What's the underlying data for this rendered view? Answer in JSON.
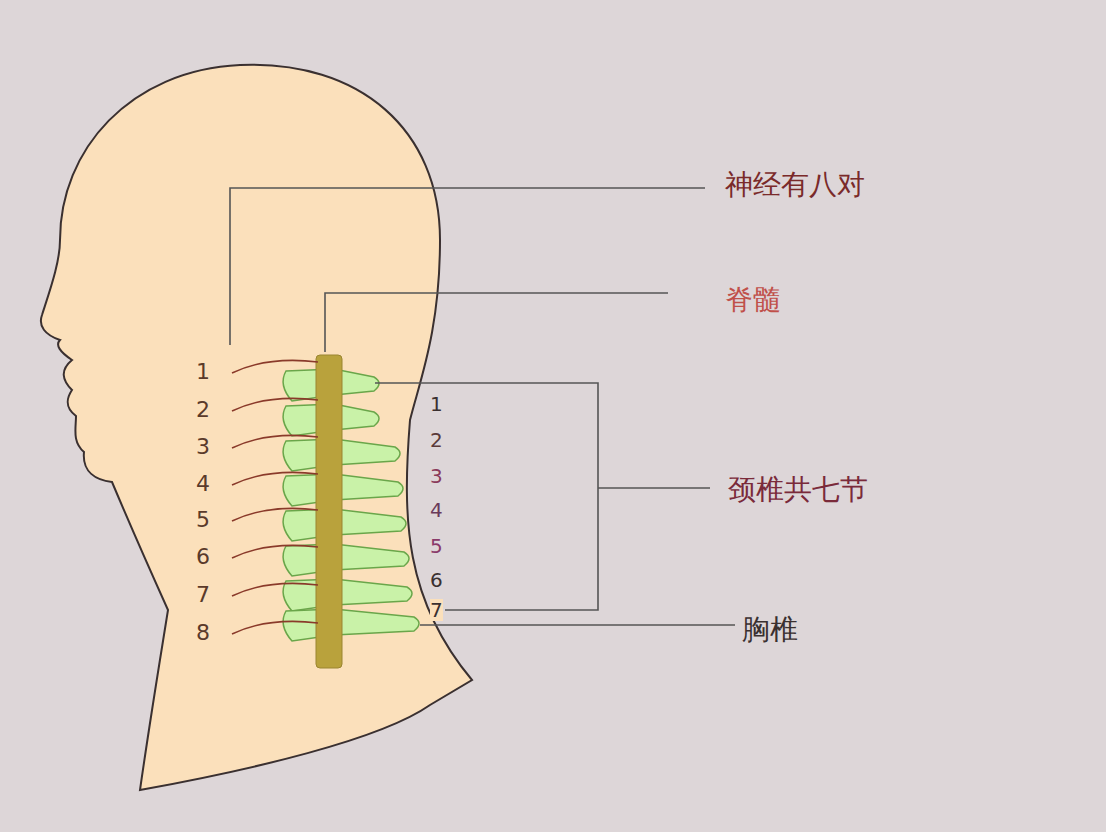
{
  "diagram": {
    "labels": [
      "神经有八对",
      "脊髓",
      "颈椎共七节",
      "胸椎",
      "1",
      "2",
      "3",
      "4",
      "5",
      "6",
      "7",
      "8",
      "1",
      "2",
      "3",
      "4",
      "5",
      "6",
      "7"
    ]
  }
}
